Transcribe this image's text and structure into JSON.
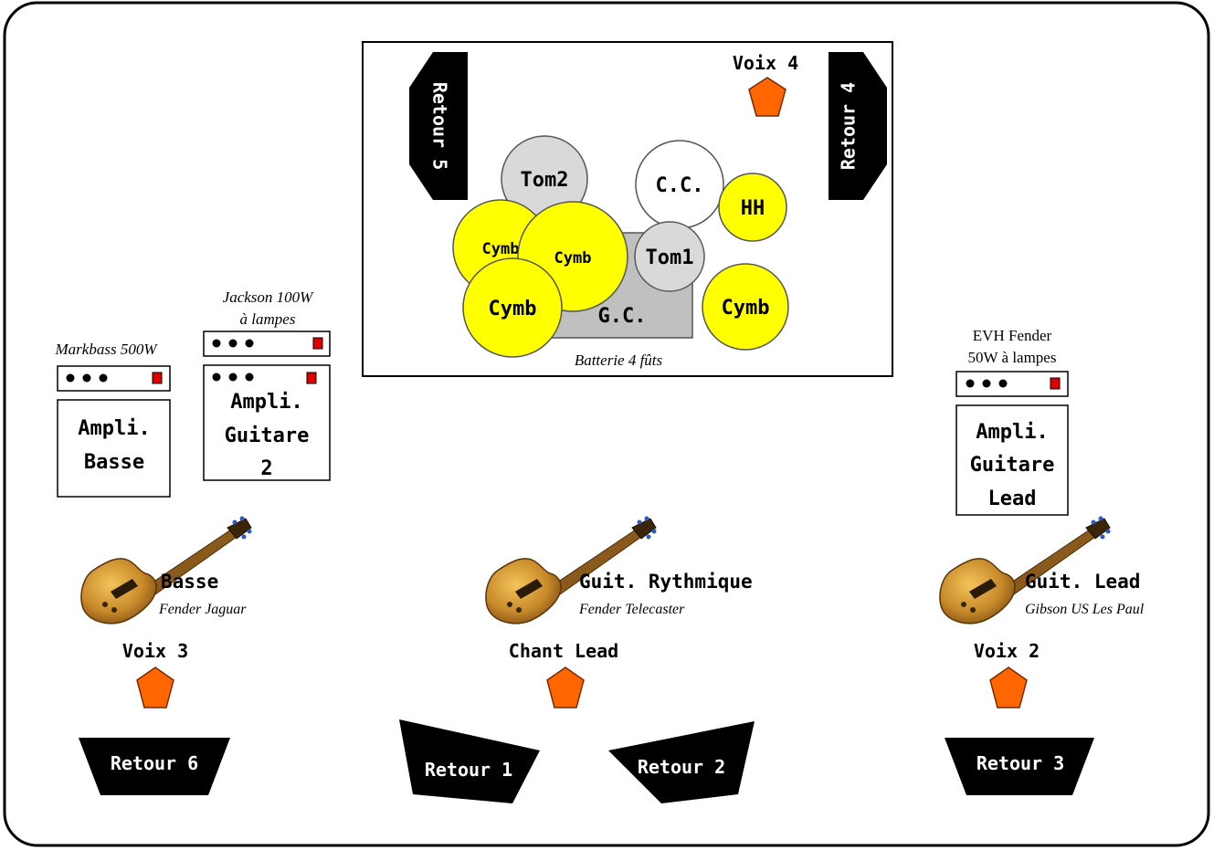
{
  "drum_area": {
    "caption": "Batterie 4 fûts",
    "voice_label": "Voix 4",
    "monitor_left": "Retour 5",
    "monitor_right": "Retour 4",
    "tom2": "Tom2",
    "cc": "C.C.",
    "hh": "HH",
    "tom1": "Tom1",
    "gc": "G.C.",
    "cymb_a": "Cymb",
    "cymb_b": "Cymb",
    "cymb_c": "Cymb",
    "cymb_d": "Cymb"
  },
  "amps": {
    "bass": {
      "model": "Markbass 500W",
      "line1": "Ampli.",
      "line2": "Basse"
    },
    "guitar2": {
      "model_line1": "Jackson 100W",
      "model_line2": "à lampes",
      "line1": "Ampli.",
      "line2": "Guitare",
      "line3": "2"
    },
    "lead": {
      "model_line1": "EVH Fender",
      "model_line2": "50W à lampes",
      "line1": "Ampli.",
      "line2": "Guitare",
      "line3": "Lead"
    }
  },
  "musicians": {
    "bass": {
      "instrument": "Basse",
      "model": "Fender Jaguar",
      "voice": "Voix 3",
      "monitor": "Retour 6"
    },
    "rhythm": {
      "instrument": "Guit. Rythmique",
      "model": "Fender Telecaster",
      "voice": "Chant Lead",
      "monitor_left": "Retour 1",
      "monitor_right": "Retour 2"
    },
    "lead": {
      "instrument": "Guit. Lead",
      "model": "Gibson US Les Paul",
      "voice": "Voix 2",
      "monitor": "Retour 3"
    }
  },
  "colors": {
    "cymbal": "#ffff00",
    "tom": "#d9d9d9",
    "kick": "#c0c0c0",
    "microphone": "#ff6600",
    "monitor": "#000000",
    "amp_led": "#e00000",
    "guitar_body": "#c88a2a"
  }
}
